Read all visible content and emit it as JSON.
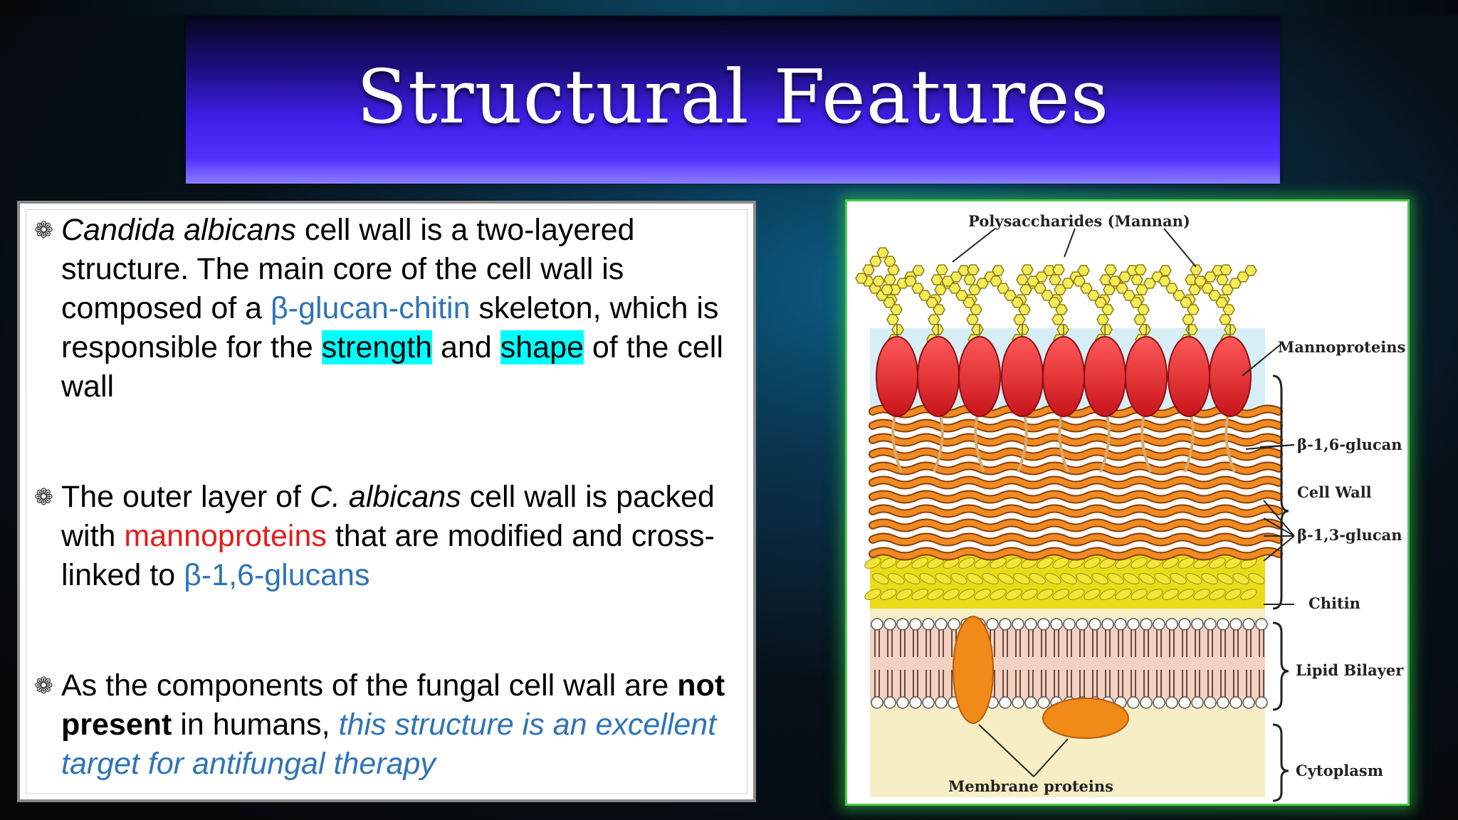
{
  "title": "Structural Features",
  "bullets": {
    "b1": {
      "s1": "Candida albicans",
      "s2": " cell wall is a two-layered structure. The main core of the cell wall is composed of a ",
      "s3": "β-glucan-chitin",
      "s4": " skeleton, which is responsible for the ",
      "s5": "strength",
      "s6": " and ",
      "s7": "shape",
      "s8": " of the cell wall"
    },
    "b2": {
      "s1": "The outer layer of ",
      "s2": "C. albicans",
      "s3": " cell wall is packed with ",
      "s4": "mannoproteins",
      "s5": " that are modified and cross-linked to ",
      "s6": "β-1,6-glucans"
    },
    "b3": {
      "s1": "As the components of the fungal cell wall are ",
      "s2": "not present",
      "s3": " in humans, ",
      "s4": "this structure is an excellent target for antifungal therapy"
    }
  },
  "diagram": {
    "labels": {
      "polysaccharides": "Polysaccharides (Mannan)",
      "mannoproteins": "Mannoproteins",
      "b16": "β-1,6-glucan",
      "cellwall": "Cell Wall",
      "b13": "β-1,3-glucan",
      "chitin": "Chitin",
      "lipid": "Lipid Bilayer",
      "cytoplasm": "Cytoplasm",
      "membrane": "Membrane proteins"
    }
  },
  "colors": {
    "banner": "#4a2cff",
    "blue_text": "#2e74b5",
    "red_text": "#e41c1c",
    "highlight": "#00ffff",
    "mannoprotein": "#e8262a",
    "glucan": "#e07a1c",
    "chitin": "#e8dc1a",
    "frame_glow": "#4ec84e"
  }
}
